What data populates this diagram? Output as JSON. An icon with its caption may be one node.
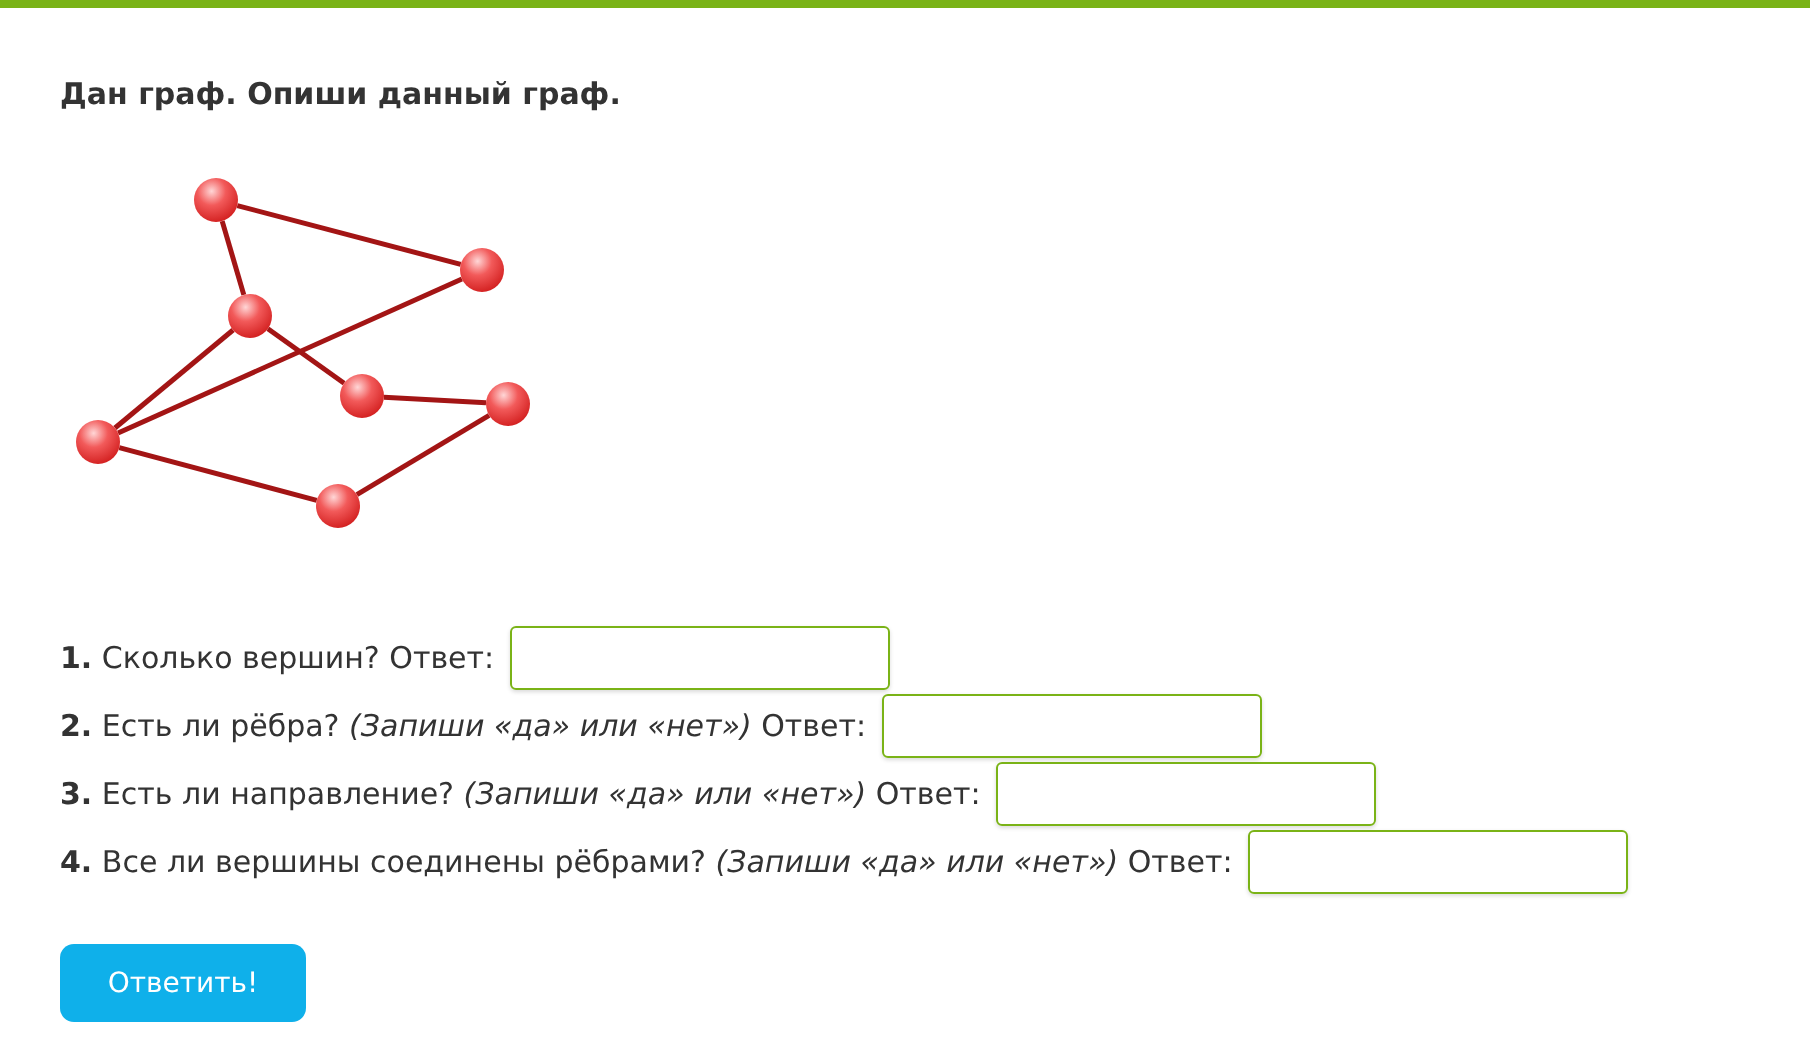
{
  "diagram": {
    "title": "Дан граф. Опиши данный граф.",
    "nodes": [
      {
        "text": [],
        "shape": "circle"
      },
      {
        "text": [],
        "shape": "circle"
      },
      {
        "text": [],
        "shape": "circle"
      },
      {
        "text": [],
        "shape": "circle"
      },
      {
        "text": [],
        "shape": "circle"
      },
      {
        "text": [],
        "shape": "circle"
      },
      {
        "text": [],
        "shape": "circle"
      }
    ],
    "edges": [
      {
        "from": 0,
        "to": 1,
        "arrow": "none"
      },
      {
        "from": 0,
        "to": 2,
        "arrow": "none"
      },
      {
        "from": 2,
        "to": 5,
        "arrow": "none"
      },
      {
        "from": 2,
        "to": 3,
        "arrow": "none"
      },
      {
        "from": 3,
        "to": 4,
        "arrow": "none"
      },
      {
        "from": 4,
        "to": 6,
        "arrow": "none"
      },
      {
        "from": 6,
        "to": 5,
        "arrow": "none"
      },
      {
        "from": 5,
        "to": 1,
        "arrow": "none"
      }
    ],
    "labels": [
      "**1.** Сколько вершин? Ответ:",
      "**2.** Есть ли рёбра? *(Запиши «да» или «нет»)* Ответ:",
      "**3.** Есть ли направление? *(Запиши «да» или «нет»)* Ответ:",
      "**4.** Все ли вершины соединены рёбрами? *(Запиши «да» или «нет»)* Ответ:",
      "Ответить!"
    ]
  }
}
